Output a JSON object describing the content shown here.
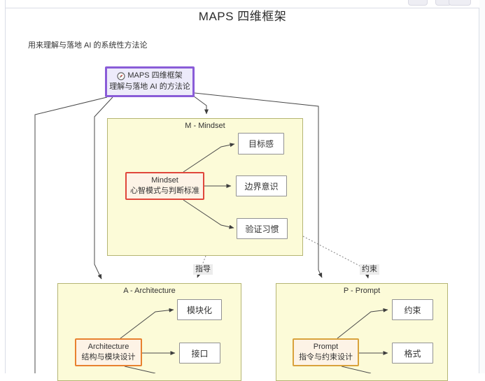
{
  "page": {
    "title": "MAPS 四维框架",
    "subtitle": "用来理解与落地 AI 的系统性方法论"
  },
  "root": {
    "icon": "compass-icon",
    "line1": "MAPS 四维框架",
    "line2": "理解与落地 AI 的方法论"
  },
  "sections": {
    "mindset": {
      "label": "M - Mindset",
      "center": {
        "line1": "Mindset",
        "line2": "心智模式与判断标准"
      },
      "leaves": [
        "目标感",
        "边界意识",
        "验证习惯"
      ]
    },
    "architecture": {
      "label": "A - Architecture",
      "center": {
        "line1": "Architecture",
        "line2": "结构与模块设计"
      },
      "leaves": [
        "模块化",
        "接口"
      ]
    },
    "prompt": {
      "label": "P - Prompt",
      "center": {
        "line1": "Prompt",
        "line2": "指令与约束设计"
      },
      "leaves": [
        "约束",
        "格式"
      ]
    }
  },
  "edge_labels": {
    "guide": "指导",
    "constrain": "约束"
  },
  "colors": {
    "root_border": "#8a5cd8",
    "root_fill": "#edebfa",
    "section_fill": "#fcfbd8",
    "section_border": "#b5b573",
    "mindset_border": "#e0473b",
    "architecture_border": "#e8812f",
    "prompt_border": "#d9a23c",
    "center_fill": "#fdf3e6",
    "wire": "#4a4a4a"
  }
}
